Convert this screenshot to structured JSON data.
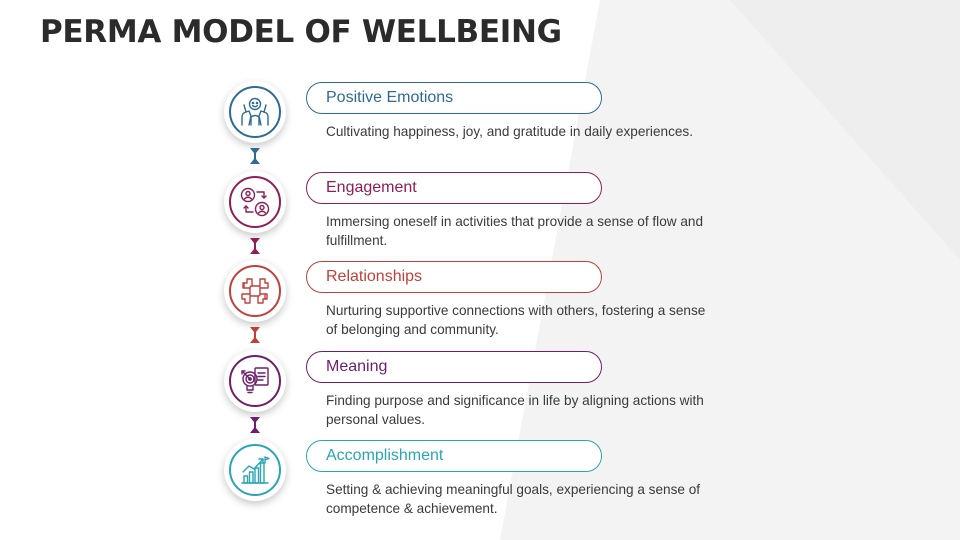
{
  "title": "PERMA MODEL OF WELLBEING",
  "steps": [
    {
      "label": "Positive Emotions",
      "description": "Cultivating happiness, joy, and gratitude in daily experiences.",
      "color": "#2e6b94",
      "icon": "happy-people-icon"
    },
    {
      "label": "Engagement",
      "description": "Immersing oneself in activities that provide a sense of flow and fulfillment.",
      "color": "#8e1e55",
      "icon": "people-exchange-icon"
    },
    {
      "label": "Relationships",
      "description": "Nurturing supportive connections with others, fostering a sense of belonging and community.",
      "color": "#c2403a",
      "icon": "joined-hands-icon"
    },
    {
      "label": "Meaning",
      "description": "Finding purpose and significance in life by aligning actions with personal values.",
      "color": "#6e1e6a",
      "icon": "target-idea-icon"
    },
    {
      "label": "Accomplishment",
      "description": "Setting & achieving meaningful goals, experiencing a sense of competence & achievement.",
      "color": "#2aa5b3",
      "icon": "growth-chart-icon"
    }
  ]
}
